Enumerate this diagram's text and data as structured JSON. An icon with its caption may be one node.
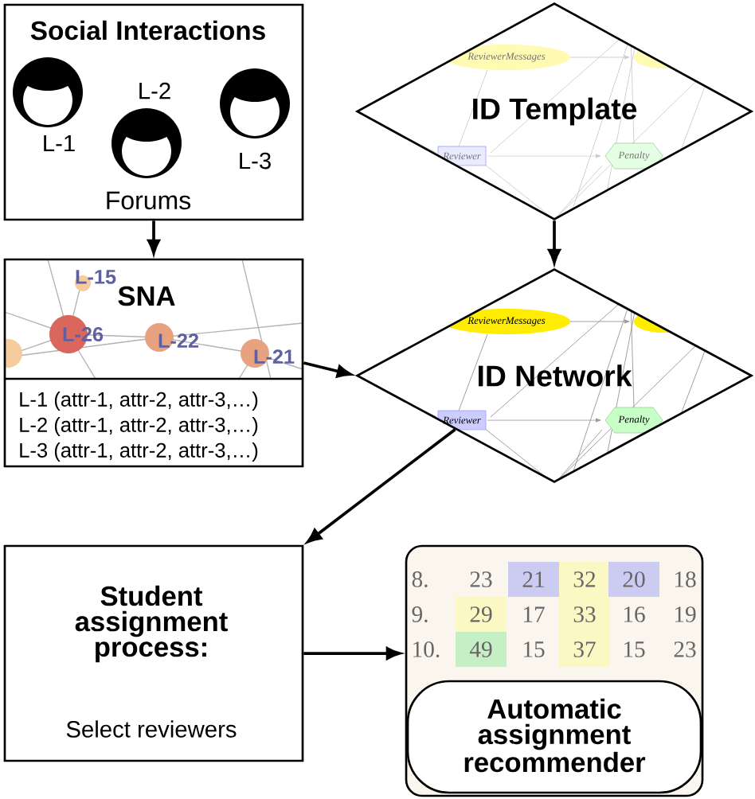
{
  "diagram": {
    "nodes": [
      {
        "text": [
          "Social Interactions",
          "Forums"
        ]
      },
      {
        "text": [
          "SNA",
          "L-1 (attr-1, attr-2, attr-3,…)",
          "L-2 (attr-1, attr-2, attr-3,…)",
          "L-3 (attr-1, attr-2, attr-3,…)"
        ]
      },
      {
        "text": [
          "ID Template"
        ]
      },
      {
        "text": [
          "ID Network"
        ]
      },
      {
        "text": [
          "Student assignment process:",
          "Select reviewers"
        ]
      },
      {
        "text": [],
        "shape": "box"
      },
      {
        "text": [
          "Automatic assignment recommender"
        ],
        "in": 5
      }
    ],
    "edges": [
      {
        "from": 0,
        "to": 1,
        "arrow": "to"
      },
      {
        "from": 1,
        "to": 3,
        "arrow": "to"
      },
      {
        "from": 2,
        "to": 3,
        "arrow": "to"
      },
      {
        "from": 3,
        "to": 4,
        "arrow": "to"
      },
      {
        "from": 4,
        "to": 5,
        "arrow": "to"
      }
    ],
    "labels": [
      "L-1",
      "L-2",
      "L-3",
      "L-15",
      "L-26",
      "L-22",
      "L-21",
      "ReviewerMessages",
      "Reviewer",
      "Penalty",
      "ReviewerMessages",
      "Reviewer",
      "Penalty",
      "8.",
      "23",
      "21",
      "32",
      "20",
      "18",
      "9.",
      "29",
      "17",
      "33",
      "16",
      "19",
      "10.",
      "49",
      "15",
      "37",
      "15",
      "23"
    ]
  }
}
